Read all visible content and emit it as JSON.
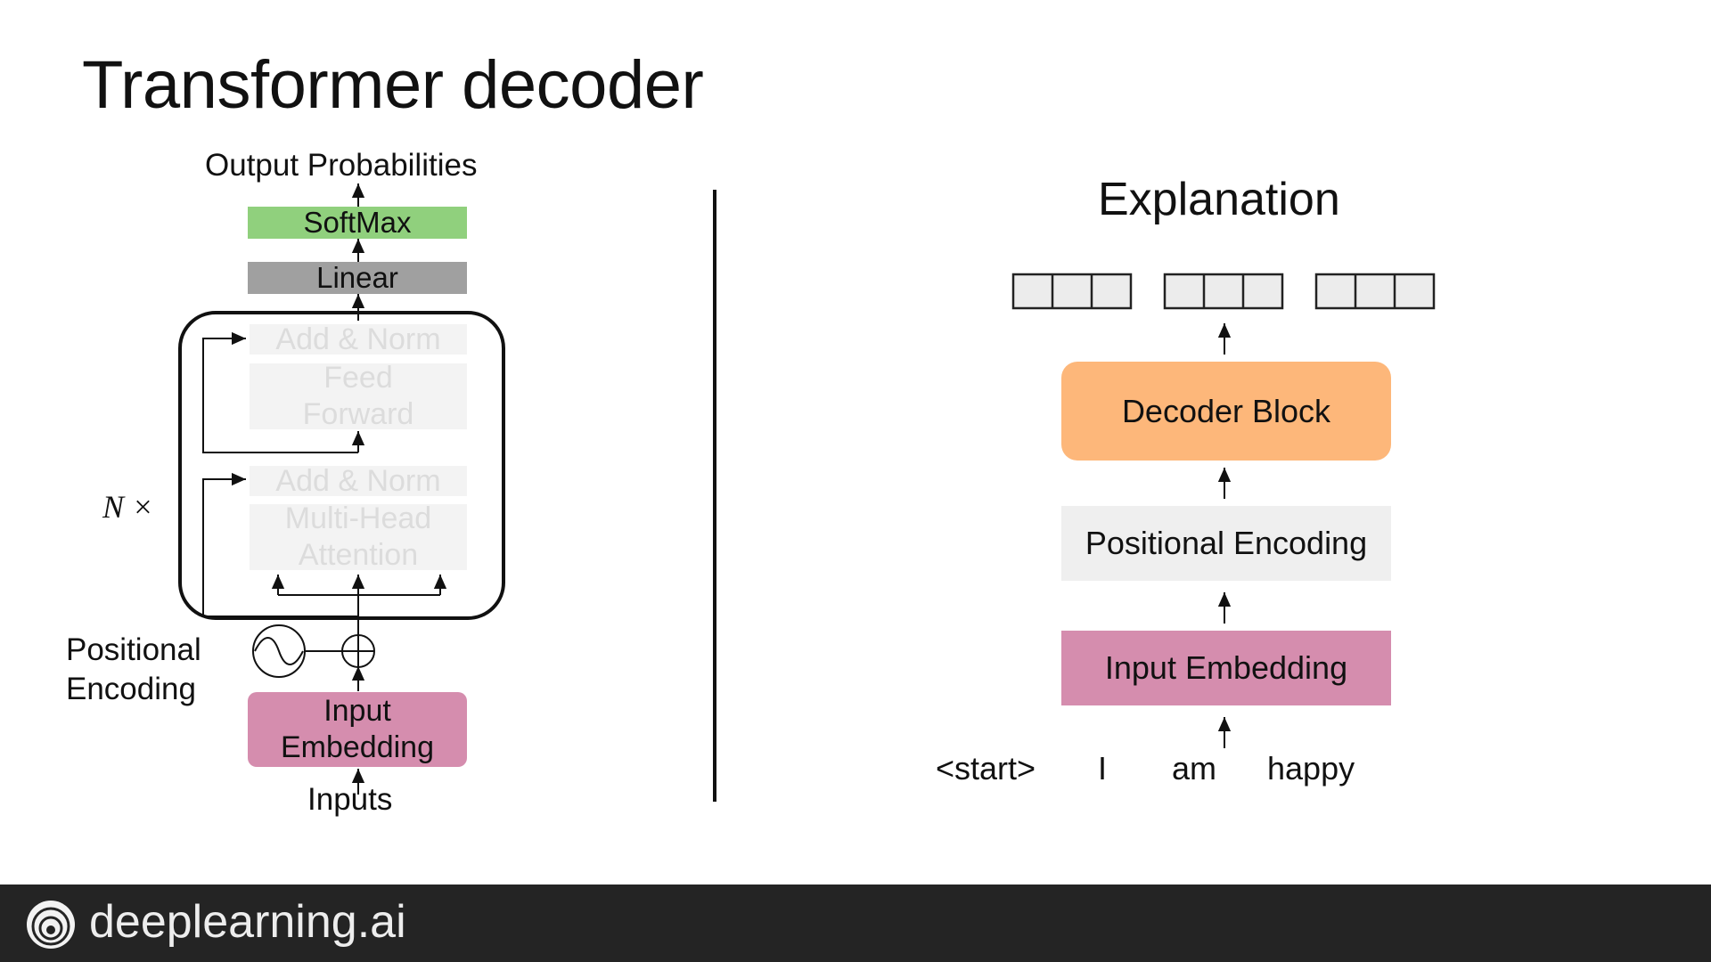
{
  "slide": {
    "title": "Transformer decoder",
    "brand": "deeplearning.ai"
  },
  "left_diagram": {
    "output_label": "Output Probabilities",
    "softmax": "SoftMax",
    "linear": "Linear",
    "add_norm_top": "Add & Norm",
    "feed_forward_line1": "Feed",
    "feed_forward_line2": "Forward",
    "add_norm_bottom": "Add & Norm",
    "attention_line1": "Multi-Head",
    "attention_line2": "Attention",
    "repeat_label": "N ×",
    "positional_line1": "Positional",
    "positional_line2": "Encoding",
    "input_embedding_line1": "Input",
    "input_embedding_line2": "Embedding",
    "inputs_label": "Inputs"
  },
  "right_diagram": {
    "heading": "Explanation",
    "decoder_block": "Decoder Block",
    "positional_encoding": "Positional Encoding",
    "input_embedding": "Input Embedding",
    "tokens": [
      "<start>",
      "I",
      "am",
      "happy"
    ]
  },
  "colors": {
    "softmax": "#90d07d",
    "linear": "#a0a0a0",
    "faded_block": "#f3f3f3",
    "faded_text": "#dcdcdc",
    "input_embedding": "#d58dae",
    "decoder_block": "#fdb77a",
    "positional_encoding": "#efefef",
    "footer": "#242424"
  }
}
